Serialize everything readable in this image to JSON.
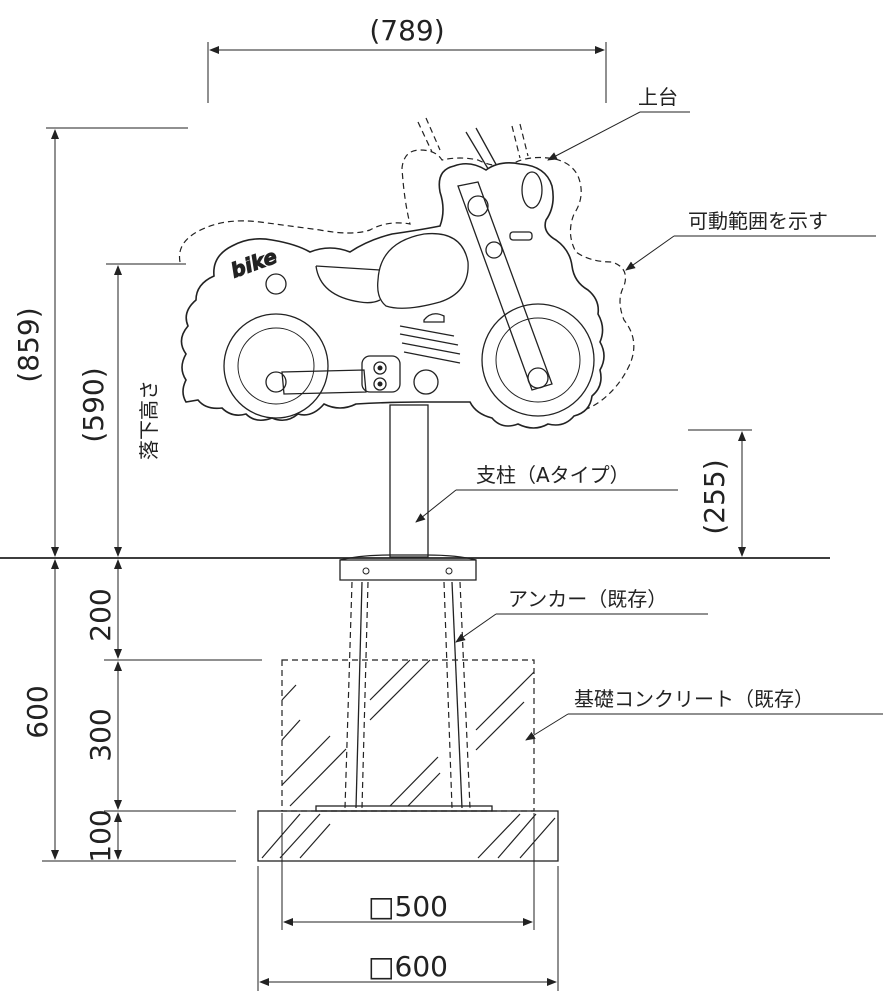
{
  "dimensions": {
    "top_width": "(789)",
    "total_height": "(859)",
    "fall_height_value": "(590)",
    "fall_height_label": "落下高さ",
    "post_height": "(255)",
    "depth_200": "200",
    "depth_300": "300",
    "depth_100": "100",
    "depth_600": "600",
    "base_500": "□500",
    "base_600": "□600"
  },
  "labels": {
    "seat": "上台",
    "motion_range": "可動範囲を示す",
    "post": "支柱（Aタイプ）",
    "anchor": "アンカー（既存）",
    "foundation": "基礎コンクリート（既存）",
    "bike_logo": "bike"
  }
}
